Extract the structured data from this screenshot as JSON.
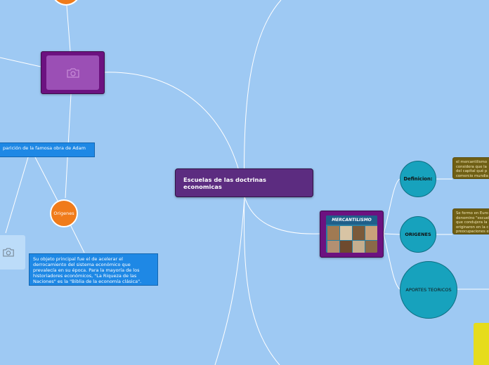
{
  "central": {
    "title": "Escuelas de las doctrinas economicas"
  },
  "left_branch": {
    "origenes_node": "Origenes",
    "blue_box_top": "parición de la famosa obra de Adam",
    "blue_box_bottom": "Su objeto principal fue el de acelerar el derrocamiento del sistema económico que prevalecía en su época. Para la mayoría de los historiadores económicos, \"La Riqueza de las Naciones\" es la \"Biblia de la economía clásica\"."
  },
  "right_branch": {
    "image_title": "MERCANTILISMO",
    "definicion_node": "Definicion:",
    "origenes_node": "ORIGENES",
    "aportes_node": "APORTES TEORICOS",
    "definicion_text": "el mercantilismo considera que la del capital qué p comercio mundia",
    "origenes_text": "Se formo en Euro denomino \"escuel que condujera la originaron en la c preocupaciones e"
  },
  "colors": {
    "background": "#9ec9f3",
    "central_fill": "#5c2c80",
    "orange_node": "#f07b1a",
    "teal_node": "#17a2bd",
    "blue_box": "#1e88e5",
    "olive_box": "#6f5f14",
    "yellow_corner": "#e6dc1c"
  },
  "icons": [
    "camera-icon"
  ]
}
